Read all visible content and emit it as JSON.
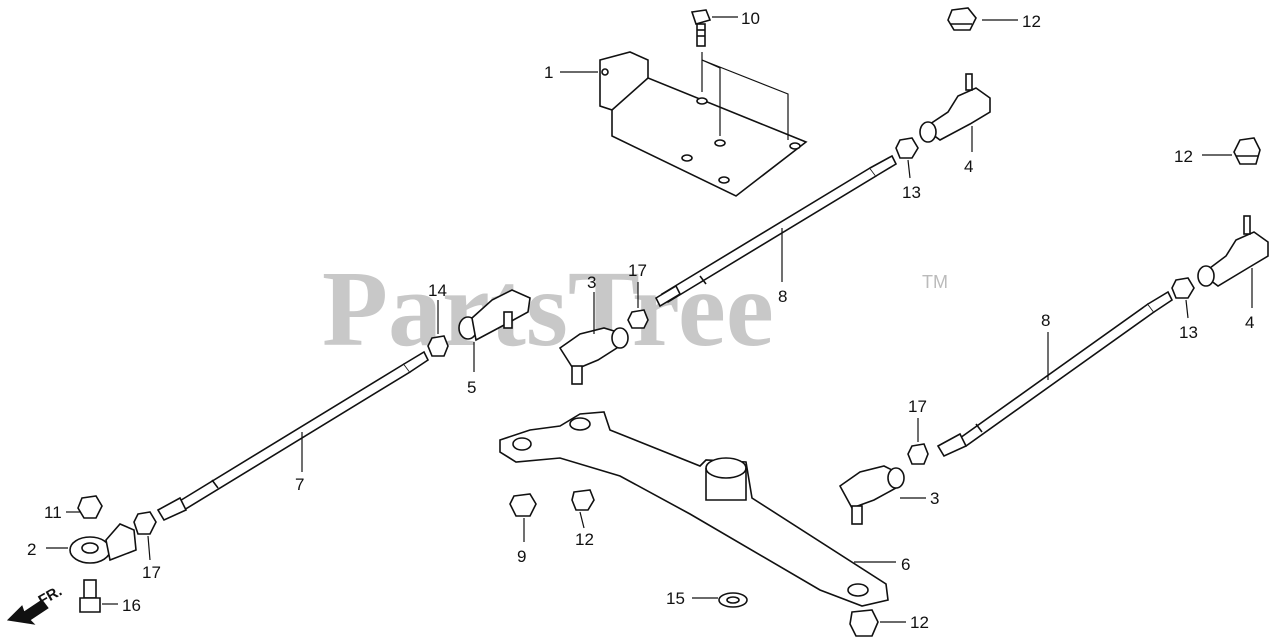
{
  "watermark": {
    "text": "PartsTree",
    "tm": "TM"
  },
  "direction": {
    "label": "FR."
  },
  "callouts": [
    {
      "id": "c1",
      "text": "1"
    },
    {
      "id": "c2",
      "text": "2"
    },
    {
      "id": "c3a",
      "text": "3"
    },
    {
      "id": "c3b",
      "text": "3"
    },
    {
      "id": "c4a",
      "text": "4"
    },
    {
      "id": "c4b",
      "text": "4"
    },
    {
      "id": "c5",
      "text": "5"
    },
    {
      "id": "c6",
      "text": "6"
    },
    {
      "id": "c7",
      "text": "7"
    },
    {
      "id": "c8a",
      "text": "8"
    },
    {
      "id": "c8b",
      "text": "8"
    },
    {
      "id": "c9",
      "text": "9"
    },
    {
      "id": "c10",
      "text": "10"
    },
    {
      "id": "c11",
      "text": "11"
    },
    {
      "id": "c12a",
      "text": "12"
    },
    {
      "id": "c12b",
      "text": "12"
    },
    {
      "id": "c12c",
      "text": "12"
    },
    {
      "id": "c12d",
      "text": "12"
    },
    {
      "id": "c13a",
      "text": "13"
    },
    {
      "id": "c13b",
      "text": "13"
    },
    {
      "id": "c14",
      "text": "14"
    },
    {
      "id": "c15",
      "text": "15"
    },
    {
      "id": "c16",
      "text": "16"
    },
    {
      "id": "c17a",
      "text": "17"
    },
    {
      "id": "c17b",
      "text": "17"
    },
    {
      "id": "c17c",
      "text": "17"
    }
  ]
}
